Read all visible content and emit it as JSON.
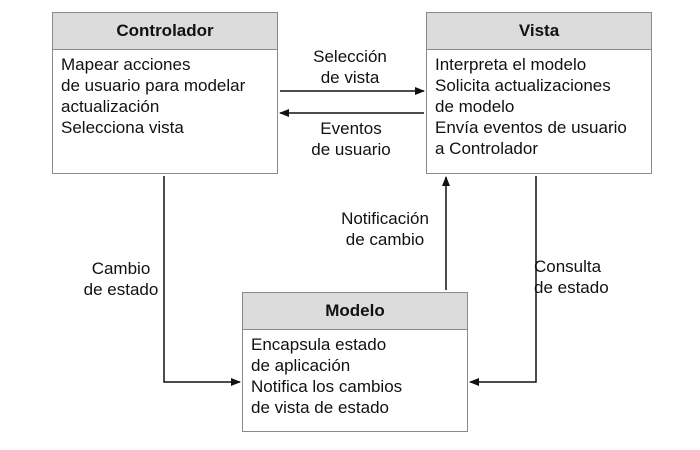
{
  "controlador": {
    "title": "Controlador",
    "lines": [
      "Mapear acciones",
      "de usuario para modelar",
      "actualización",
      "Selecciona vista"
    ]
  },
  "vista": {
    "title": "Vista",
    "lines": [
      "Interpreta el modelo",
      "Solicita actualizaciones",
      "de modelo",
      "Envía eventos de usuario",
      "a Controlador"
    ]
  },
  "modelo": {
    "title": "Modelo",
    "lines": [
      "Encapsula estado",
      "de aplicación",
      "Notifica los cambios",
      "de vista de estado"
    ]
  },
  "arrows": {
    "seleccion_de_vista": [
      "Selección",
      "de vista"
    ],
    "eventos_de_usuario": [
      "Eventos",
      "de usuario"
    ],
    "notificacion_de_cambio": [
      "Notificación",
      "de cambio"
    ],
    "cambio_de_estado": [
      "Cambio",
      "de estado"
    ],
    "consulta_de_estado": [
      "Consulta",
      "de estado"
    ]
  },
  "colors": {
    "header_fill": "#dcdcdc",
    "border": "#8a8a8a",
    "line": "#111111"
  }
}
